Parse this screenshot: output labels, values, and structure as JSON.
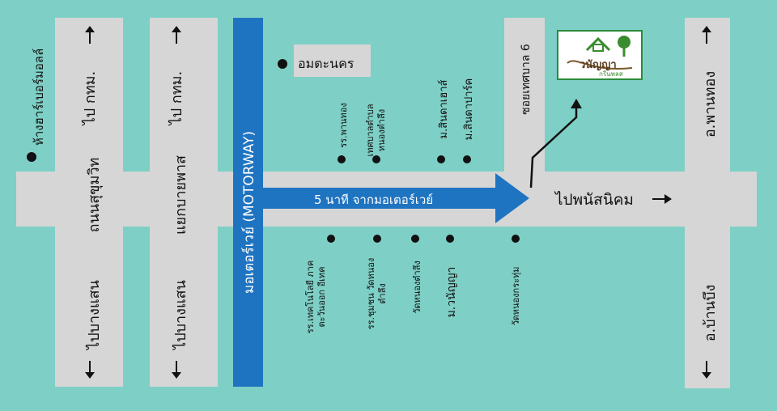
{
  "colors": {
    "background": "#7ecfc6",
    "road": "#d6d6d6",
    "motorway": "#1f74c1",
    "arrow": "#1f74c1"
  },
  "roads": {
    "sukhumvit": {
      "top": "ไป กทม.",
      "main": "ถนนสุขุมวิท",
      "bottom": "ไปบางแสน"
    },
    "bypass": {
      "top": "ไป กทม.",
      "main": "แยกบายพาส",
      "bottom": "ไปบางแสน"
    },
    "motorway": {
      "label": "มอเตอร์เวย์ (MOTORWAY)"
    },
    "soi": {
      "label": "ซอยเทศบาล 6"
    },
    "right": {
      "top": "อ.พานทอง",
      "bottom": "อ.บ้านบึง"
    },
    "east": {
      "label": "ไปพนัสนิคม"
    }
  },
  "route": {
    "label": "5 นาที   จากมอเตอร์เวย์"
  },
  "landmarks": {
    "harbor_mall": "ห้างฮาร์เบอร์มอลล์",
    "amata": "อมตะนคร",
    "top_row": [
      "รร.พานทอง",
      "เทศบาลตำบล หนองตำลึง",
      "ม.สินดาเฮาส์",
      "ม.สินดาปาร์ค"
    ],
    "bottom_row": [
      "รร.เทคโนโลยี ภาคตะวันออก อีเทค",
      "รร.ชุมชน วัดหนองตำลึง",
      "วัดหนองตำลึง",
      "ม.วนัญญา",
      "วัดหนองกระทุ่ม"
    ]
  },
  "logo": {
    "name": "วนัญญา",
    "sub": "กรีนพลส"
  }
}
